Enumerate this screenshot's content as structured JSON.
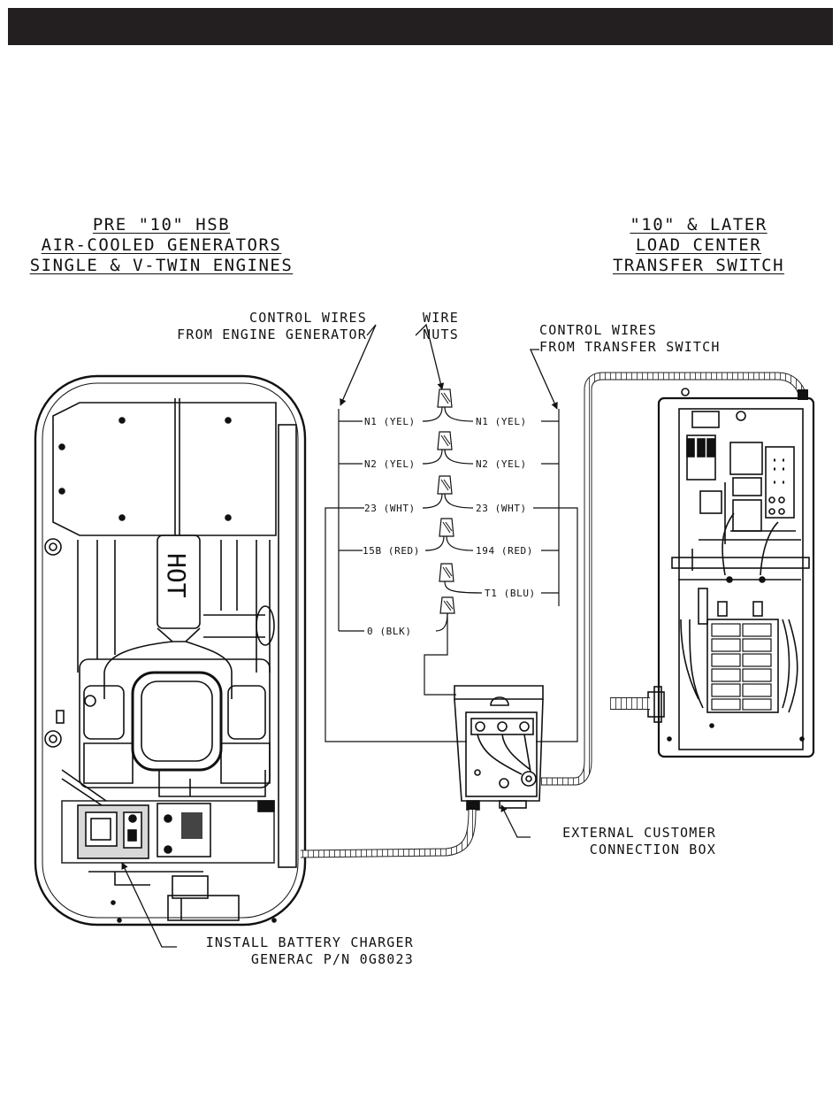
{
  "headers": {
    "left": [
      "PRE \"10\" HSB",
      "AIR-COOLED GENERATORS",
      "SINGLE & V-TWIN ENGINES"
    ],
    "right": [
      "\"10\" & LATER",
      "LOAD CENTER",
      "TRANSFER SWITCH"
    ]
  },
  "callouts": {
    "control_wires_engine": [
      "CONTROL WIRES",
      "FROM ENGINE GENERATOR"
    ],
    "wire_nuts": [
      "WIRE",
      "NUTS"
    ],
    "control_wires_switch": [
      "CONTROL WIRES",
      "FROM TRANSFER SWITCH"
    ],
    "external_box": [
      "EXTERNAL CUSTOMER",
      "CONNECTION BOX"
    ],
    "battery_charger": [
      "INSTALL BATTERY CHARGER",
      "GENERAC P/N 0G8023"
    ]
  },
  "generator_label": "HOT",
  "wires": {
    "left": [
      "N1 (YEL)",
      "N2 (YEL)",
      "23 (WHT)",
      "15B (RED)",
      "0 (BLK)"
    ],
    "right": [
      "N1 (YEL)",
      "N2 (YEL)",
      "23 (WHT)",
      "194 (RED)",
      "T1 (BLU)"
    ]
  }
}
